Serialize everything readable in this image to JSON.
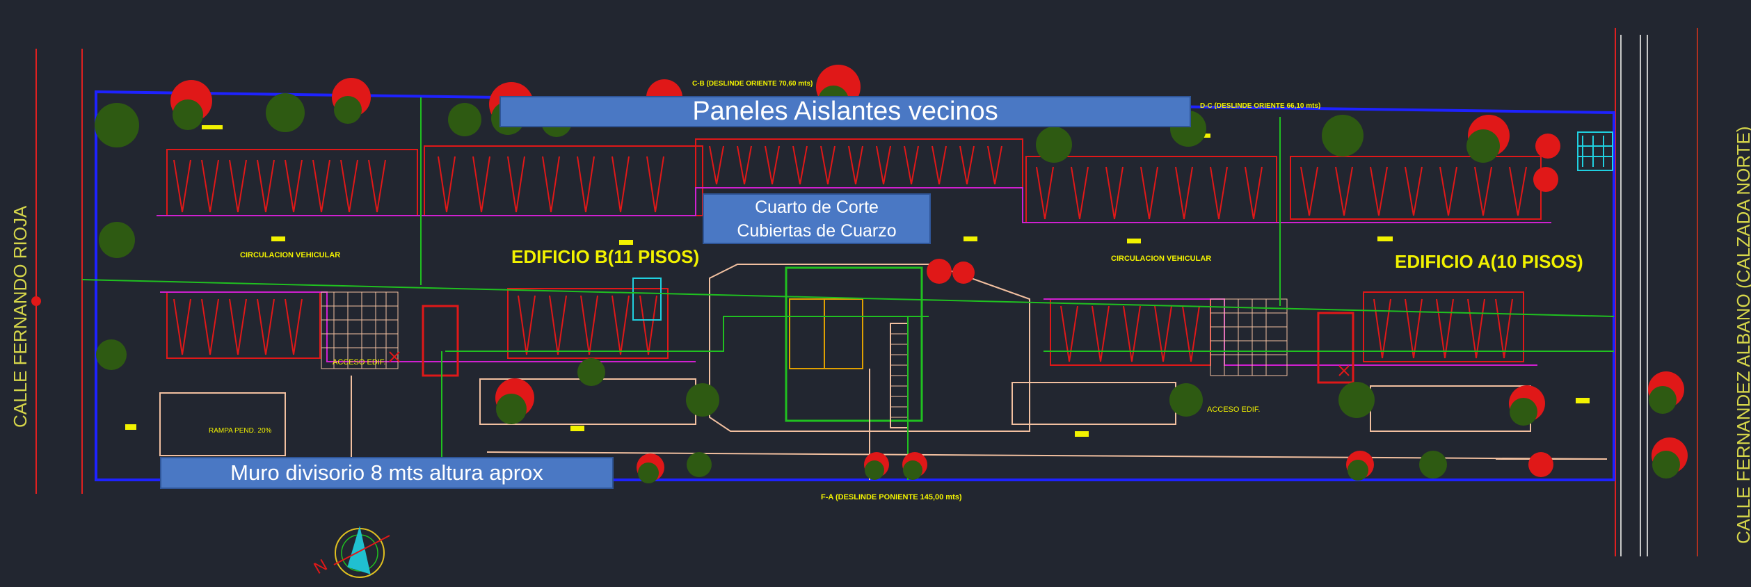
{
  "streets": {
    "left": "CALLE FERNANDO RIOJA",
    "right": "CALLE FERNANDEZ ALBANO (CALZADA NORTE)"
  },
  "callouts": {
    "top": "Paneles Aislantes vecinos",
    "middle_line1": "Cuarto de Corte",
    "middle_line2": "Cubiertas de Cuarzo",
    "bottom": "Muro divisorio 8 mts altura aprox"
  },
  "plan_labels": {
    "building_b": "EDIFICIO B(11 PISOS)",
    "building_a": "EDIFICIO A(10 PISOS)",
    "circulation_1": "CIRCULACION VEHICULAR",
    "circulation_2": "CIRCULACION VEHICULAR",
    "access_1": "ACCESO EDIF.",
    "access_2": "ACCESO EDIF.",
    "ramp": "RAMPA PEND. 20%",
    "boundary_west": "F-A (DESLINDE PONIENTE 145,00 mts)",
    "boundary_east_1": "C-B (DESLINDE ORIENTE 70,60 mts)",
    "boundary_east_2": "D-C (DESLINDE ORIENTE 66,10 mts)"
  },
  "colors": {
    "background": "#222630",
    "callout_fill": "#4a78c4",
    "label_yellow": "#f2f200",
    "street_text": "#d6d64a",
    "boundary_blue": "#1e22ff",
    "parking_red": "#e01818",
    "green_line": "#20c020",
    "tree_red": "#e01818",
    "tree_green": "#2e5a12"
  }
}
